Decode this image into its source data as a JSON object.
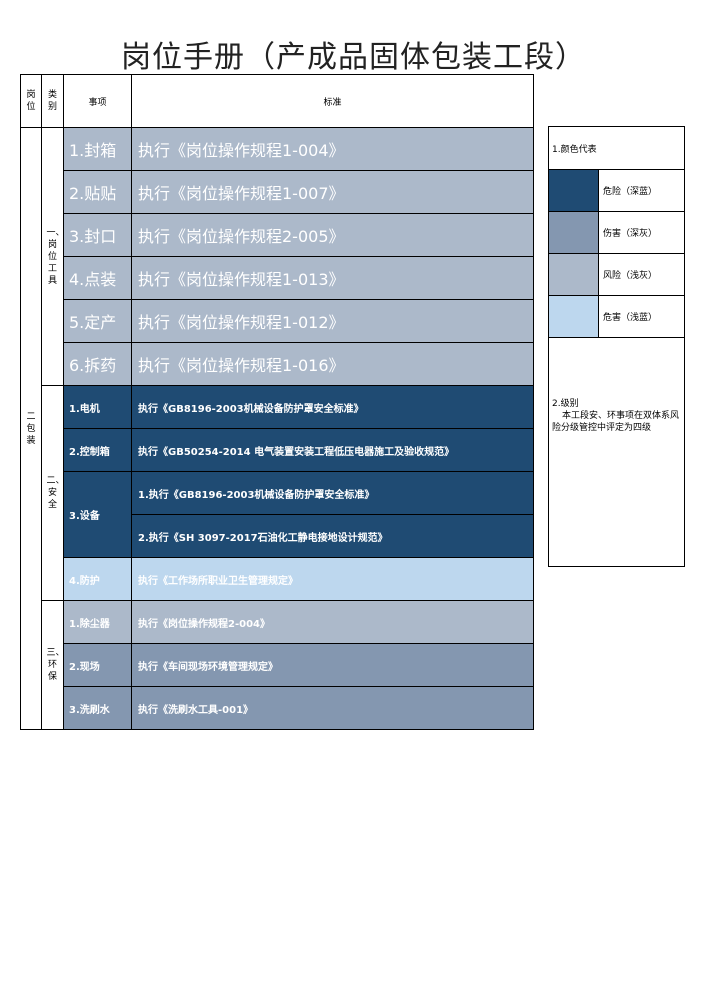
{
  "title": "岗位手册（产成品固体包装工段）",
  "table": {
    "headers": {
      "post": "岗位",
      "category": "类别",
      "item": "事项",
      "standard": "标准"
    },
    "post": "二包装",
    "categories": {
      "tools": "一、岗位工具",
      "safety": "二、安全",
      "env": "三、环保"
    },
    "tools_rows": [
      {
        "item": "1.封箱",
        "standard": "执行《岗位操作规程1-004》"
      },
      {
        "item": "2.贴贴",
        "standard": "执行《岗位操作规程1-007》"
      },
      {
        "item": "3.封口",
        "standard": "执行《岗位操作规程2-005》"
      },
      {
        "item": "4.点装",
        "standard": "执行《岗位操作规程1-013》"
      },
      {
        "item": "5.定产",
        "standard": "执行《岗位操作规程1-012》"
      },
      {
        "item": "6.拆药",
        "standard": "执行《岗位操作规程1-016》"
      }
    ],
    "safety_rows": [
      {
        "item": "1.电机",
        "standard": "执行《GB8196-2003机械设备防护罩安全标准》"
      },
      {
        "item": "2.控制箱",
        "standard": "执行《GB50254-2014 电气装置安装工程低压电器施工及验收规范》"
      },
      {
        "item": "3.设备",
        "standard": "1.执行《GB8196-2003机械设备防护罩安全标准》"
      },
      {
        "item": "",
        "standard": "2.执行《SH 3097-2017石油化工静电接地设计规范》"
      },
      {
        "item": "4.防护",
        "standard": "执行《工作场所职业卫生管理规定》"
      }
    ],
    "env_rows": [
      {
        "item": "1.除尘器",
        "standard": "执行《岗位操作规程2-004》"
      },
      {
        "item": "2.现场",
        "standard": "执行《车间现场环境管理规定》"
      },
      {
        "item": "3.洗刷水",
        "standard": "执行《洗刷水工具-001》"
      }
    ]
  },
  "legend": {
    "title": "1.颜色代表",
    "items": [
      {
        "label": "危险（深蓝）",
        "color": "#1f4b73"
      },
      {
        "label": "伤害（深灰）",
        "color": "#8497b0"
      },
      {
        "label": "风险（浅灰）",
        "color": "#acb9ca"
      },
      {
        "label": "危害（浅蓝）",
        "color": "#bdd7ee"
      }
    ],
    "grade_title": "2.级别",
    "grade_text": "本工段安、环事项在双体系风险分级管控中评定为四级"
  }
}
